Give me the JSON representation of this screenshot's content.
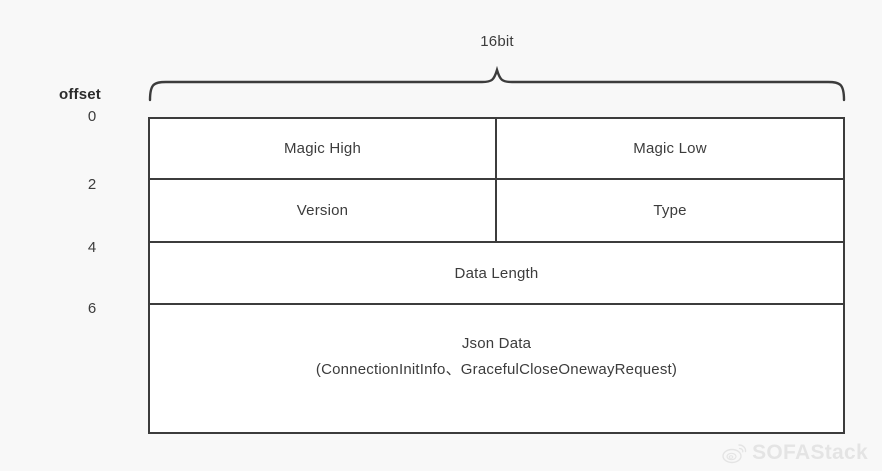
{
  "diagram": {
    "width_label": "16bit",
    "offset_header": "offset",
    "offsets": [
      "0",
      "2",
      "4",
      "6"
    ],
    "rows": [
      {
        "offset": "0",
        "split": true,
        "left": "Magic High",
        "right": "Magic Low"
      },
      {
        "offset": "2",
        "split": true,
        "left": "Version",
        "right": "Type"
      },
      {
        "offset": "4",
        "split": false,
        "full": "Data Length"
      },
      {
        "offset": "6",
        "split": false,
        "full_line1": "Json Data",
        "full_line2": "(ConnectionInitInfo、GracefulCloseOnewayRequest)"
      }
    ],
    "colors": {
      "background": "#f8f8f8",
      "cell_fill": "#ffffff",
      "stroke": "#3c3c3c",
      "text": "#3c3c3c"
    }
  },
  "watermark": {
    "text": "SOFAStack",
    "logo": "weibo-icon"
  }
}
